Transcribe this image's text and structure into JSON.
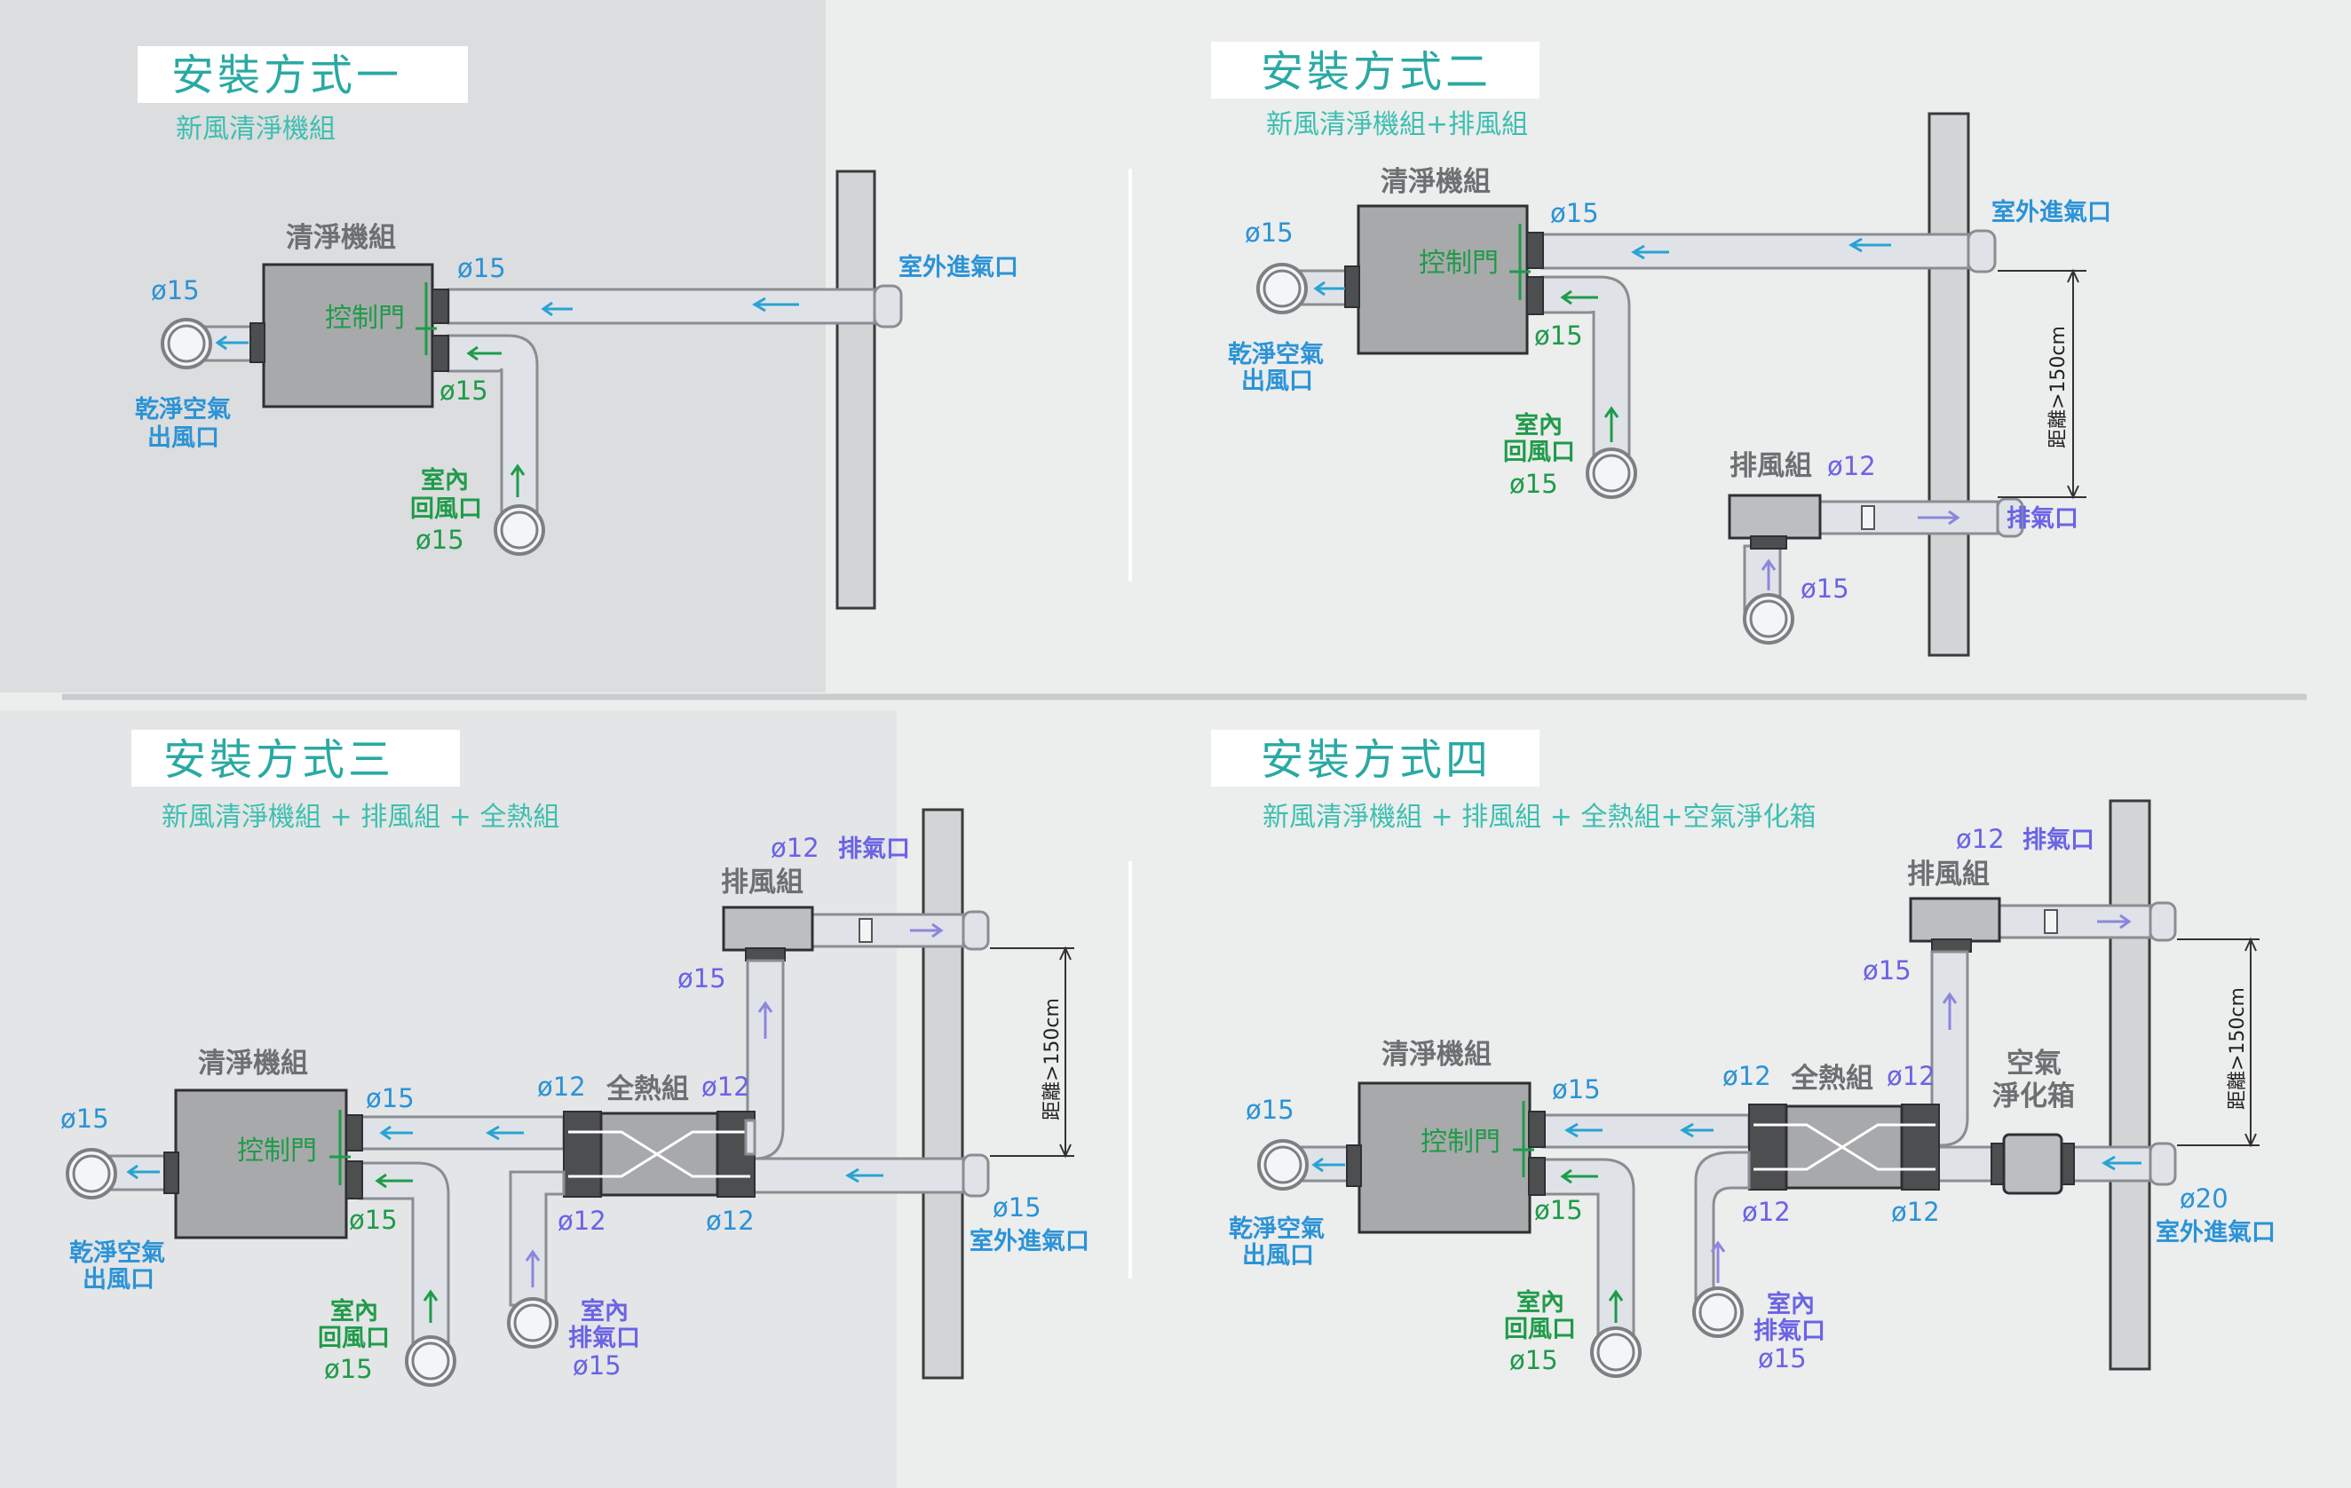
{
  "panels": {
    "p1": {
      "title": "安裝方式一",
      "subtitle": "新風清淨機組",
      "unit_label": "清淨機組",
      "control_label": "控制門",
      "d_outlet": "ø15",
      "d_intake": "ø15",
      "d_return": "ø15",
      "d_return_bottom": "ø15",
      "outdoor_intake": "室外進氣口",
      "clean_outlet_l1": "乾淨空氣",
      "clean_outlet_l2": "出風口",
      "indoor_return_l1": "室內",
      "indoor_return_l2": "回風口"
    },
    "p2": {
      "title": "安裝方式二",
      "subtitle": "新風清淨機組+排風組",
      "unit_label": "清淨機組",
      "control_label": "控制門",
      "d_outlet": "ø15",
      "d_intake": "ø15",
      "d_return": "ø15",
      "d_return_bottom": "ø15",
      "outdoor_intake": "室外進氣口",
      "clean_outlet_l1": "乾淨空氣",
      "clean_outlet_l2": "出風口",
      "indoor_return_l1": "室內",
      "indoor_return_l2": "回風口",
      "exhaust_unit": "排風組",
      "d_exhaust": "ø12",
      "exhaust_port": "排氣口",
      "d_exhaust_in": "ø15",
      "distance": "距離>150cm"
    },
    "p3": {
      "title": "安裝方式三",
      "subtitle": "新風清淨機組 + 排風組 + 全熱組",
      "unit_label": "清淨機組",
      "control_label": "控制門",
      "d_outlet": "ø15",
      "d_intake": "ø15",
      "d_return": "ø15",
      "d_return_bottom": "ø15",
      "clean_outlet_l1": "乾淨空氣",
      "clean_outlet_l2": "出風口",
      "indoor_return_l1": "室內",
      "indoor_return_l2": "回風口",
      "exhaust_top": "ø12",
      "exhaust_port": "排氣口",
      "exhaust_unit": "排風組",
      "d_exhaust_v": "ø15",
      "hrv_label": "全熱組",
      "d_hrv_tl": "ø12",
      "d_hrv_tr": "ø12",
      "d_hrv_bl": "ø12",
      "d_hrv_br": "ø12",
      "d_outdoor": "ø15",
      "outdoor_intake": "室外進氣口",
      "indoor_exhaust_l1": "室內",
      "indoor_exhaust_l2": "排氣口",
      "d_indoor_exhaust": "ø15",
      "distance": "距離>150cm"
    },
    "p4": {
      "title": "安裝方式四",
      "subtitle": "新風清淨機組 + 排風組 + 全熱組+空氣淨化箱",
      "unit_label": "清淨機組",
      "control_label": "控制門",
      "d_outlet": "ø15",
      "d_intake": "ø15",
      "d_return": "ø15",
      "d_return_bottom": "ø15",
      "clean_outlet_l1": "乾淨空氣",
      "clean_outlet_l2": "出風口",
      "indoor_return_l1": "室內",
      "indoor_return_l2": "回風口",
      "exhaust_top": "ø12",
      "exhaust_port": "排氣口",
      "exhaust_unit": "排風組",
      "d_exhaust_v": "ø15",
      "hrv_label": "全熱組",
      "d_hrv_tl": "ø12",
      "d_hrv_tr": "ø12",
      "d_hrv_bl": "ø12",
      "d_hrv_br": "ø12",
      "purifier_l1": "空氣",
      "purifier_l2": "淨化箱",
      "d_outdoor": "ø20",
      "outdoor_intake": "室外進氣口",
      "indoor_exhaust_l1": "室內",
      "indoor_exhaust_l2": "排氣口",
      "d_indoor_exhaust": "ø15",
      "distance": "距離>150cm"
    }
  }
}
